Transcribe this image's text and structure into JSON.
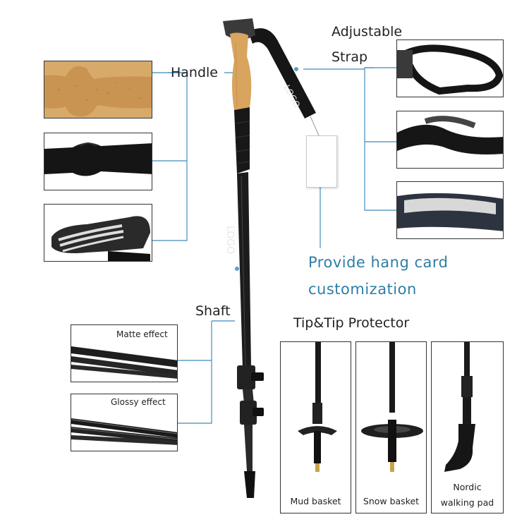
{
  "labels": {
    "handle": "Handle",
    "adjustable": "Adjustable",
    "strap": "Strap",
    "hang_card_1": "Provide hang card",
    "hang_card_2": "customization",
    "shaft": "Shaft",
    "tip_title": "Tip&Tip Protector",
    "matte": "Matte effect",
    "glossy": "Glossy effect",
    "mud": "Mud basket",
    "snow": "Snow basket",
    "nordic_1": "Nordic",
    "nordic_2": "walking pad"
  },
  "logos": {
    "strap_logo": "LOGO",
    "shaft_logo": "LOGO"
  },
  "colors": {
    "line_blue": "#5d9ec7",
    "text_blue": "#2e7ea6",
    "cork": "#d9a45e",
    "pole_black": "#1c1c1c"
  }
}
